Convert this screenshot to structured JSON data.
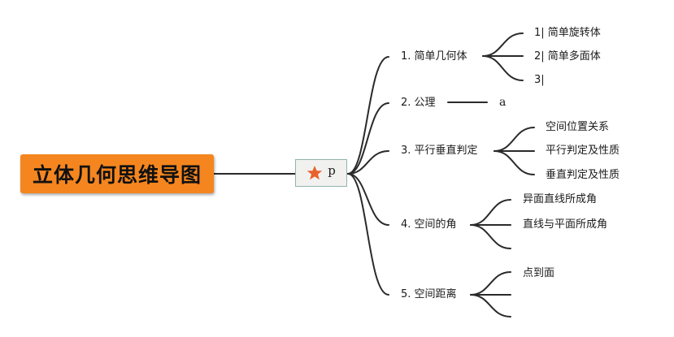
{
  "root": {
    "title": "立体几何思维导图"
  },
  "hub": {
    "label": "p",
    "icon": "star-icon",
    "icon_color": "#e8612c"
  },
  "branches": [
    {
      "label": "1. 简单几何体",
      "children": [
        "1| 简单旋转体",
        "2| 简单多面体",
        "3|"
      ]
    },
    {
      "label": "2. 公理",
      "aside": "a"
    },
    {
      "label": "3. 平行垂直判定",
      "children": [
        "空间位置关系",
        "平行判定及性质",
        "垂直判定及性质"
      ]
    },
    {
      "label": "4. 空间的角",
      "children": [
        "异面直线所成角",
        "直线与平面所成角",
        ""
      ]
    },
    {
      "label": "5. 空间距离",
      "children": [
        "点到面",
        "",
        ""
      ]
    }
  ],
  "colors": {
    "root_fill": "#f5861f",
    "line": "#2a2a2a",
    "hub_border": "#8fb5a8"
  }
}
